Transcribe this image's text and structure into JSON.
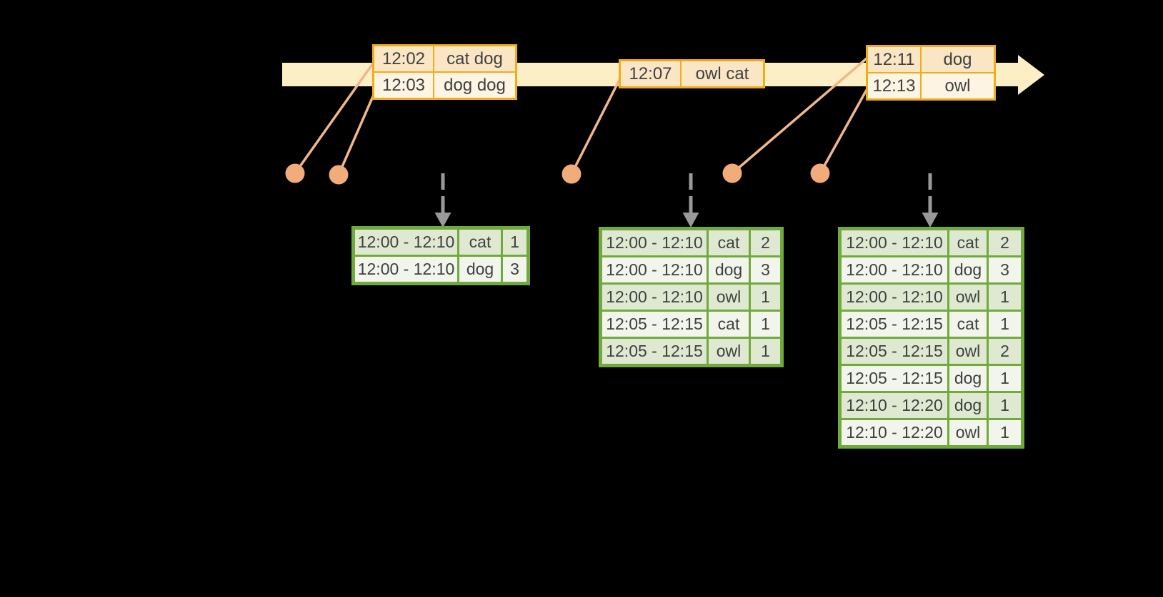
{
  "colors": {
    "background": "#000000",
    "timeline": "#fcefc6",
    "event_border": "#f0ad18",
    "event_row_dark": "#fae5c5",
    "event_row_light": "#fdf4e3",
    "result_border": "#71aa3c",
    "result_row_dark": "#dfe9d2",
    "result_row_light": "#f1f5eb",
    "marker": "#f2ac7a",
    "marker_line": "#f1b78c",
    "trigger_arrow": "#999999",
    "text": "#404040"
  },
  "timeline": {
    "event_tables": [
      {
        "rows": [
          [
            "12:02",
            "cat dog"
          ],
          [
            "12:03",
            "dog dog"
          ]
        ]
      },
      {
        "rows": [
          [
            "12:07",
            "owl cat"
          ]
        ]
      },
      {
        "rows": [
          [
            "12:11",
            "dog"
          ],
          [
            "12:13",
            "owl"
          ]
        ]
      }
    ]
  },
  "result_tables": [
    {
      "rows": [
        [
          "12:00 - 12:10",
          "cat",
          "1"
        ],
        [
          "12:00 - 12:10",
          "dog",
          "3"
        ]
      ]
    },
    {
      "rows": [
        [
          "12:00 - 12:10",
          "cat",
          "2"
        ],
        [
          "12:00 - 12:10",
          "dog",
          "3"
        ],
        [
          "12:00 - 12:10",
          "owl",
          "1"
        ],
        [
          "12:05 - 12:15",
          "cat",
          "1"
        ],
        [
          "12:05 - 12:15",
          "owl",
          "1"
        ]
      ]
    },
    {
      "rows": [
        [
          "12:00 - 12:10",
          "cat",
          "2"
        ],
        [
          "12:00 - 12:10",
          "dog",
          "3"
        ],
        [
          "12:00 - 12:10",
          "owl",
          "1"
        ],
        [
          "12:05 - 12:15",
          "cat",
          "1"
        ],
        [
          "12:05 - 12:15",
          "owl",
          "2"
        ],
        [
          "12:05 - 12:15",
          "dog",
          "1"
        ],
        [
          "12:10 - 12:20",
          "dog",
          "1"
        ],
        [
          "12:10 - 12:20",
          "owl",
          "1"
        ]
      ]
    }
  ]
}
